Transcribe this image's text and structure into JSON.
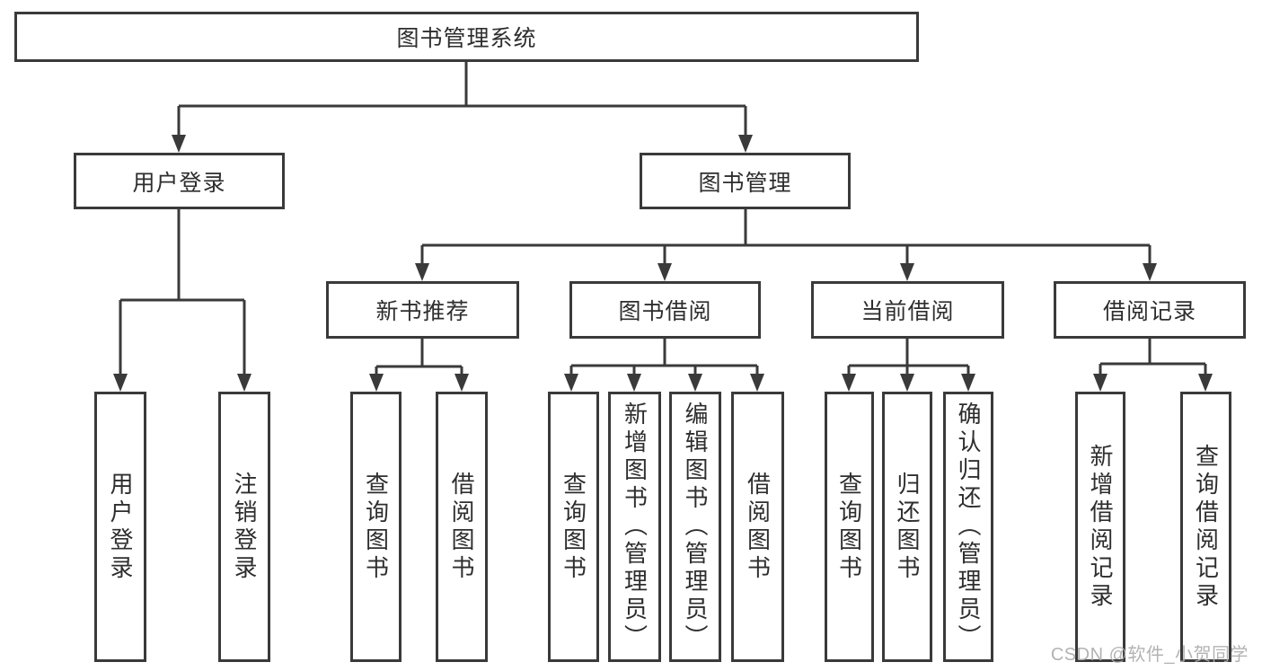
{
  "tree": {
    "label": "图书管理系统",
    "children": [
      {
        "label": "用户登录",
        "children": [
          {
            "label": "用户登录"
          },
          {
            "label": "注销登录"
          }
        ]
      },
      {
        "label": "图书管理",
        "children": [
          {
            "label": "新书推荐",
            "children": [
              {
                "label": "查询图书"
              },
              {
                "label": "借阅图书"
              }
            ]
          },
          {
            "label": "图书借阅",
            "children": [
              {
                "label": "查询图书"
              },
              {
                "label": "新增图书（管理员）"
              },
              {
                "label": "编辑图书（管理员）"
              },
              {
                "label": "借阅图书"
              }
            ]
          },
          {
            "label": "当前借阅",
            "children": [
              {
                "label": "查询图书"
              },
              {
                "label": "归还图书"
              },
              {
                "label": "确认归还（管理员）"
              }
            ]
          },
          {
            "label": "借阅记录",
            "children": [
              {
                "label": "新增借阅记录"
              },
              {
                "label": "查询借阅记录"
              }
            ]
          }
        ]
      }
    ]
  },
  "watermark": "CSDN @软件_小贺同学",
  "colors": {
    "line": "#3a3a3a",
    "text": "#2e2e2e",
    "watermark": "#adadad"
  }
}
